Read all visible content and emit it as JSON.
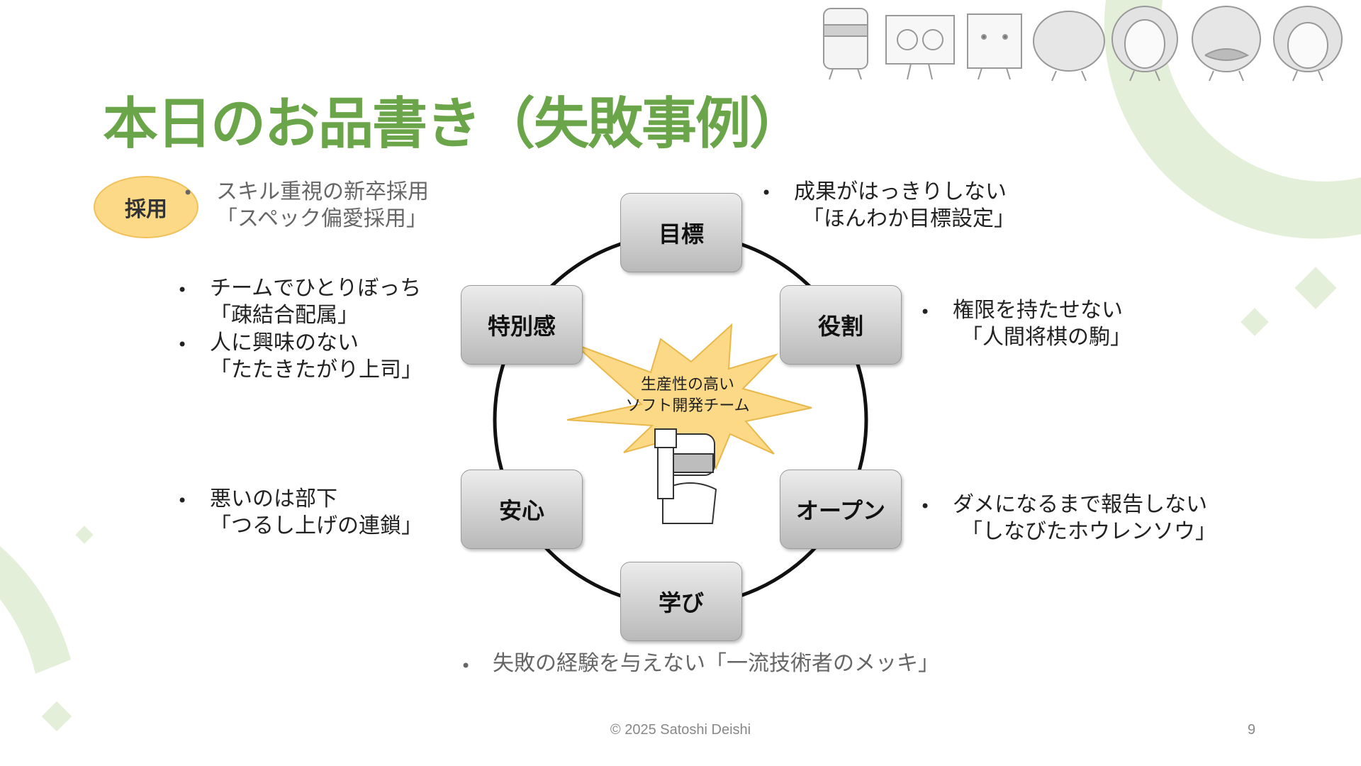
{
  "title": "本日のお品書き（失敗事例）",
  "tag": "採用",
  "center": [
    "生産性の高い",
    "ソフト開発チーム"
  ],
  "nodes": {
    "goal": "目標",
    "role": "役割",
    "open": "オープン",
    "learning": "学び",
    "safety": "安心",
    "special": "特別感"
  },
  "notes": {
    "hiring": [
      "スキル重視の新卒採用",
      "「スペック偏愛採用」"
    ],
    "goal": [
      "成果がはっきりしない",
      "「ほんわか目標設定」"
    ],
    "role": [
      "権限を持たせない",
      "「人間将棋の駒」"
    ],
    "open": [
      "ダメになるまで報告しない",
      "「しなびたホウレンソウ」"
    ],
    "learning": "失敗の経験を与えない「一流技術者のメッキ」",
    "safety": [
      "悪いのは部下",
      "「つるし上げの連鎖」"
    ],
    "special1": [
      "チームでひとりぼっち",
      "「疎結合配属」"
    ],
    "special2": [
      "人に興味のない",
      "「たたきたがり上司」"
    ]
  },
  "footer": "© 2025 Satoshi Deishi",
  "page_number": "9",
  "colors": {
    "title": "#6ba54a",
    "tag_fill": "#fcd986",
    "star_fill": "#fcd986",
    "decor_green": "#e3efd8"
  }
}
